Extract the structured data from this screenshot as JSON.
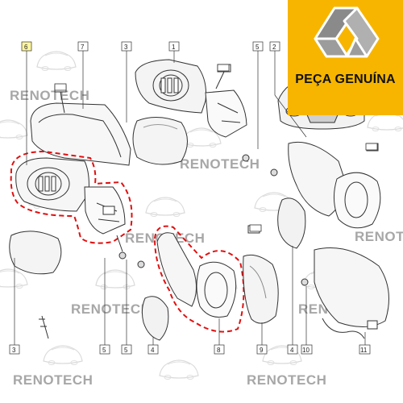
{
  "badge": {
    "text": "PEÇA GENUÍNA",
    "bg_color": "#f7b500",
    "logo": "renault-diamond-logo"
  },
  "watermark": {
    "text": "RENOTECH",
    "color": "#8a8a8a"
  },
  "callouts": {
    "top": [
      "6",
      "7",
      "3",
      "1",
      "5",
      "2"
    ],
    "bottom": [
      "3",
      "5",
      "5",
      "4",
      "8",
      "9",
      "4",
      "10",
      "11"
    ]
  },
  "highlight_color": "#e01010"
}
